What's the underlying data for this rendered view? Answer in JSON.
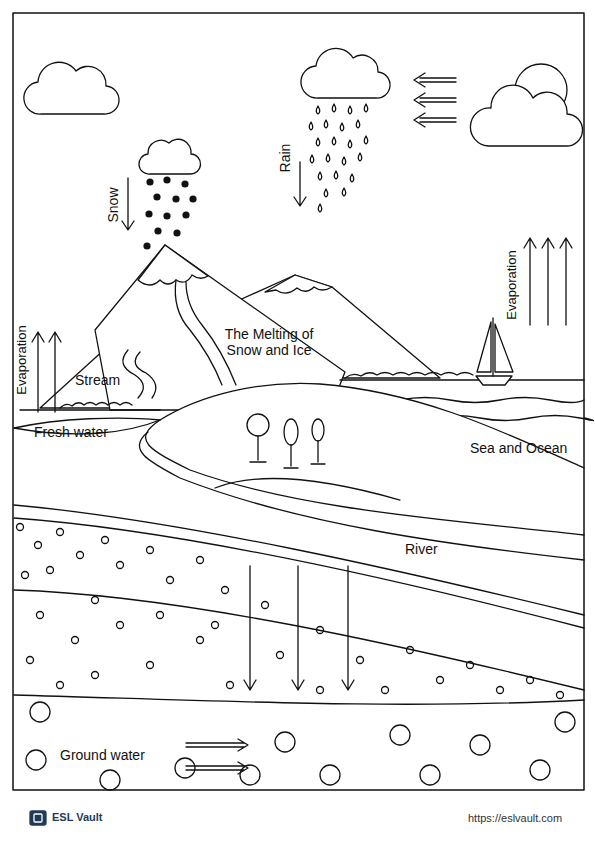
{
  "diagram": {
    "labels": [
      "Snow",
      "Rain",
      "Evaporation",
      "Evaporation",
      "The Melting of Snow and Ice",
      "Stream",
      "Fresh water",
      "Sea and Ocean",
      "River",
      "Ground water",
      "ESL Vault",
      "https://eslvault.com"
    ]
  }
}
